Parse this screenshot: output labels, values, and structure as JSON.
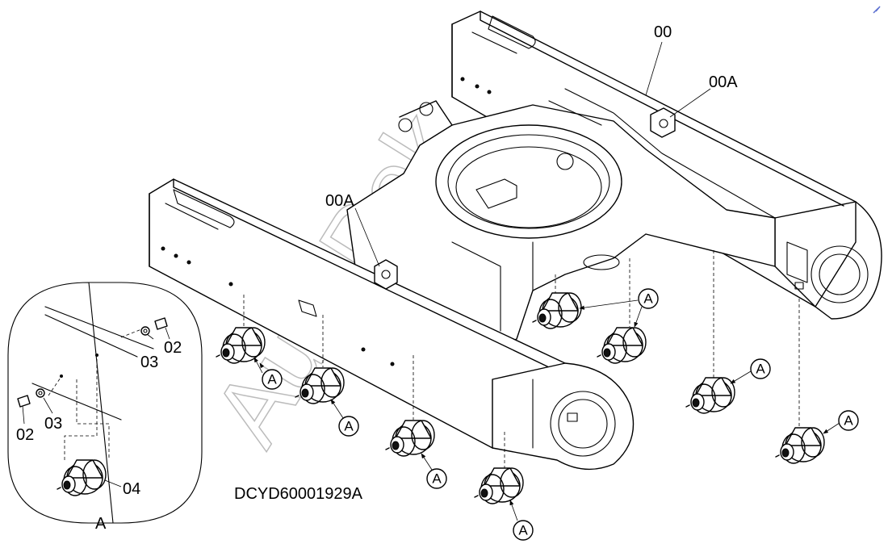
{
  "labels": {
    "part_00": "00",
    "part_00A_right": "00A",
    "part_00A_left": "00A",
    "part_02_upper": "02",
    "part_03_upper": "03",
    "part_02_lower": "02",
    "part_03_lower": "03",
    "part_04": "04",
    "detail_caption": "A",
    "diagram_code": "DCYD60001929A"
  },
  "callout_letter": "A",
  "watermark": "AutoPok"
}
